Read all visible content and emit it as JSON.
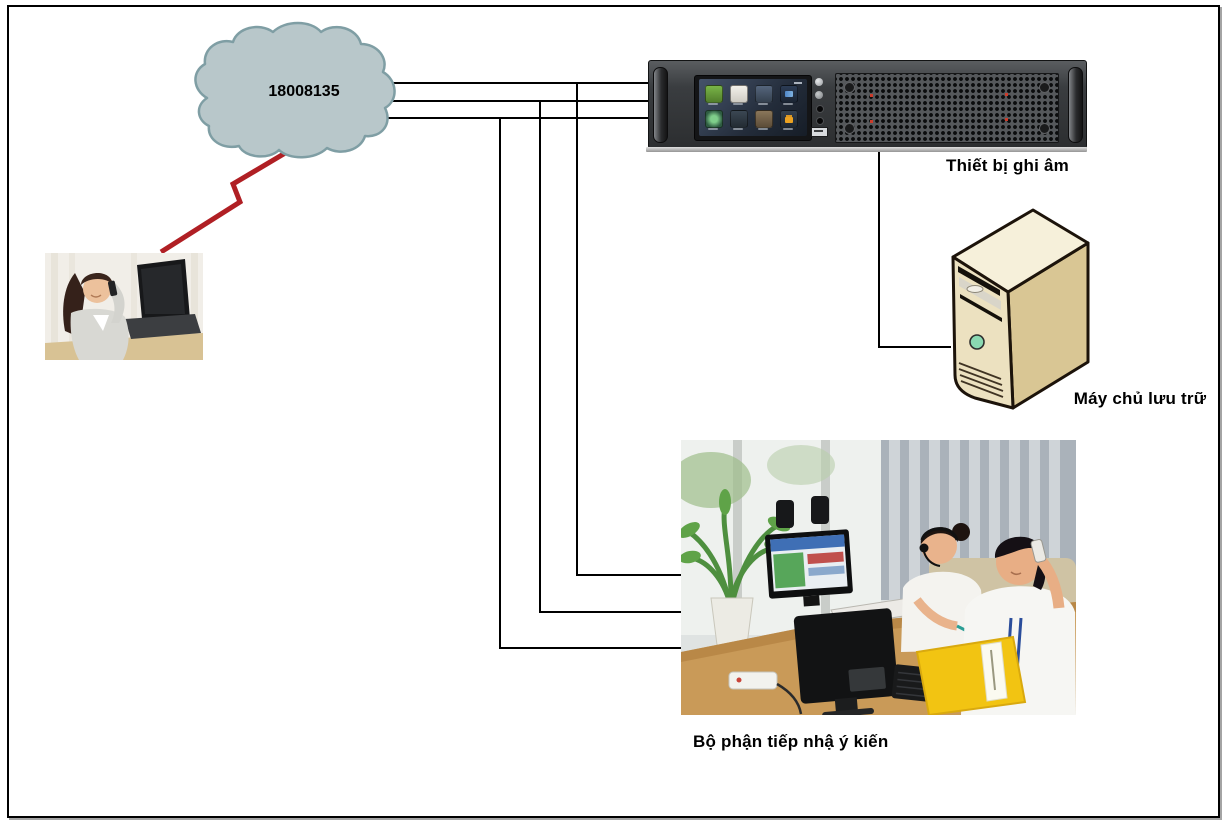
{
  "cloud": {
    "label": "18008135"
  },
  "nodes": {
    "recorder": {
      "label": "Thiết bị ghi âm"
    },
    "server": {
      "label": "Máy chủ lưu trữ"
    },
    "office": {
      "label": "Bộ phận tiếp nhậ ý kiến"
    }
  },
  "connections": [
    {
      "from": "caller-photo",
      "to": "cloud",
      "style": "red-zigzag-call-line",
      "count": 1
    },
    {
      "from": "cloud",
      "to": "recorder",
      "style": "black-line",
      "count": 3
    },
    {
      "from": "cloud",
      "to": "office",
      "style": "black-elbow-line",
      "count": 3
    },
    {
      "from": "recorder",
      "to": "server",
      "style": "black-elbow-line",
      "count": 1
    }
  ],
  "colors": {
    "cloud_fill": "#b8c7ca",
    "cloud_stroke": "#7f9ea4",
    "connector_line": "#000000",
    "call_line_red": "#b01f24",
    "frame_border": "#000000",
    "device_chassis": "#3a3d40",
    "server_beige": "#e9dcb6",
    "lock_icon_gold": "#eba221",
    "folder_yellow": "#f2c412"
  }
}
